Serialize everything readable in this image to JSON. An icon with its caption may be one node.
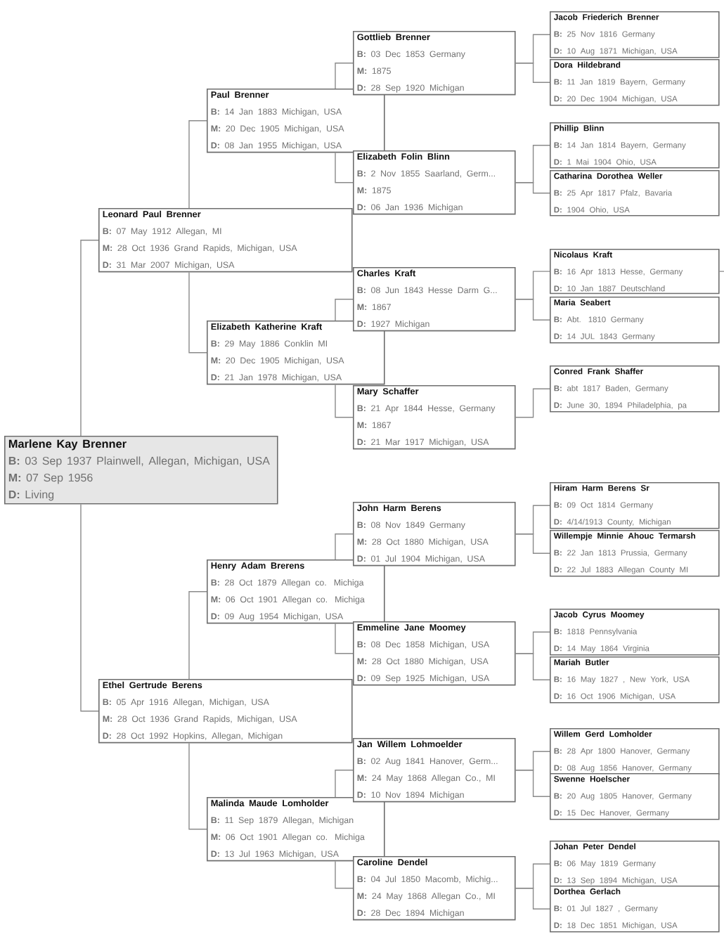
{
  "diagram": {
    "nodes": [
      {
        "text": [
          "Marlene Kay Brenner",
          "**B:** 03 Sep 1937 Plainwell, Allegan, Michigan, USA",
          "**M:** 07 Sep 1956",
          "**D:** Living"
        ]
      },
      {
        "text": [
          "Leonard Paul Brenner",
          "**B:** 07 May 1912 Allegan, MI",
          "**M:** 28 Oct 1936 Grand Rapids, Michigan, USA",
          "**D:** 31 Mar 2007 Michigan, USA"
        ]
      },
      {
        "text": [
          "Ethel Gertrude Berens",
          "**B:** 05 Apr 1916 Allegan, Michigan, USA",
          "**M:** 28 Oct 1936 Grand Rapids, Michigan, USA",
          "**D:** 28 Oct 1992 Hopkins, Allegan, Michigan"
        ]
      },
      {
        "text": [
          "Paul Brenner",
          "**B:** 14 Jan 1883 Michigan, USA",
          "**M:** 20 Dec 1905 Michigan, USA",
          "**D:** 08 Jan 1955 Michigan, USA"
        ]
      },
      {
        "text": [
          "Elizabeth Katherine Kraft",
          "**B:** 29 May 1886 Conklin MI",
          "**M:** 20 Dec 1905 Michigan, USA",
          "**D:** 21 Jan 1978 Michigan, USA"
        ]
      },
      {
        "text": [
          "Henry Adam Brerens",
          "**B:** 28 Oct 1879 Allegan co. Michiga",
          "**M:** 06 Oct 1901 Allegan co. Michiga",
          "**D:** 09 Aug 1954 Michigan, USA"
        ]
      },
      {
        "text": [
          "Malinda Maude Lomholder",
          "**B:** 11 Sep 1879 Allegan, Michigan",
          "**M:** 06 Oct 1901 Allegan co. Michiga",
          "**D:** 13 Jul 1963 Michigan, USA"
        ]
      },
      {
        "text": [
          "Gottlieb Brenner",
          "**B:** 03 Dec 1853 Germany",
          "**M:** 1875",
          "**D:** 28 Sep 1920 Michigan"
        ]
      },
      {
        "text": [
          "Elizabeth Folin Blinn",
          "**B:** 2 Nov 1855 Saarland, Germ...",
          "**M:** 1875",
          "**D:** 06 Jan 1936 Michigan"
        ]
      },
      {
        "text": [
          "Charles Kraft",
          "**B:** 08 Jun 1843 Hesse Darm G...",
          "**M:** 1867",
          "**D:** 1927 Michigan"
        ]
      },
      {
        "text": [
          "Mary Schaffer",
          "**B:** 21 Apr 1844 Hesse, Germany",
          "**M:** 1867",
          "**D:** 21 Mar 1917 Michigan, USA"
        ]
      },
      {
        "text": [
          "John Harm Berens",
          "**B:** 08 Nov 1849 Germany",
          "**M:** 28 Oct 1880 Michigan, USA",
          "**D:** 01 Jul 1904 Michigan, USA"
        ]
      },
      {
        "text": [
          "Emmeline Jane Moomey",
          "**B:** 08 Dec 1858 Michigan, USA",
          "**M:** 28 Oct 1880 Michigan, USA",
          "**D:** 09 Sep 1925 Michigan, USA"
        ]
      },
      {
        "text": [
          "Jan Willem Lohmoelder",
          "**B:** 02 Aug 1841 Hanover, Germ...",
          "**M:** 24 May 1868 Allegan Co., MI",
          "**D:** 10 Nov 1894 Michigan"
        ]
      },
      {
        "text": [
          "Caroline Dendel",
          "**B:** 04 Jul 1850 Macomb, Michig...",
          "**M:** 24 May 1868 Allegan Co., MI",
          "**D:** 28 Dec 1894 Michigan"
        ]
      },
      {
        "text": [
          "Jacob Friederich Brenner",
          "**B:** 25 Nov 1816 Germany",
          "**D:** 10 Aug 1871 Michigan, USA"
        ]
      },
      {
        "text": [
          "Dora Hildebrand",
          "**B:** 11 Jan 1819 Bayern, Germany",
          "**D:** 20 Dec 1904 Michigan, USA"
        ]
      },
      {
        "text": [
          "Phillip Blinn",
          "**B:** 14 Jan 1814 Bayern, Germany",
          "**D:** 1 Mai 1904 Ohio, USA"
        ]
      },
      {
        "text": [
          "Catharina Dorothea Weller",
          "**B:** 25 Apr 1817 Pfalz, Bavaria",
          "**D:** 1904 Ohio, USA"
        ]
      },
      {
        "text": [
          "Nicolaus Kraft",
          "**B:** 16 Apr 1813 Hesse, Germany",
          "**D:** 10 Jan 1887 Deutschland"
        ]
      },
      {
        "text": [
          "Maria Seabert",
          "**B:** Abt. 1810 Germany",
          "**D:** 14 JUL 1843 Germany"
        ]
      },
      {
        "text": [
          "Conred Frank Shaffer",
          "**B:** abt 1817 Baden, Germany",
          "**D:** June 30, 1894 Philadelphia, pa"
        ]
      },
      {
        "text": [
          "Hiram Harm Berens Sr",
          "**B:** 09 Oct 1814 Germany",
          "**D:** 4/14/1913 County, Michigan"
        ]
      },
      {
        "text": [
          "Willempje Minnie Ahouc Termarsh",
          "**B:** 22 Jan 1813 Prussia, Germany",
          "**D:** 22 Jul 1883 Allegan County MI"
        ]
      },
      {
        "text": [
          "Jacob Cyrus Moomey",
          "**B:** 1818 Pennsylvania",
          "**D:** 14 May 1864 Virginia"
        ]
      },
      {
        "text": [
          "Mariah Butler",
          "**B:** 16 May 1827 , New York, USA",
          "**D:** 16 Oct 1906 Michigan, USA"
        ]
      },
      {
        "text": [
          "Willem Gerd Lomholder",
          "**B:** 28 Apr 1800 Hanover, Germany",
          "**D:** 08 Aug 1856 Hanover, Germany"
        ]
      },
      {
        "text": [
          "Swenne Hoelscher",
          "**B:** 20 Aug 1805 Hanover, Germany",
          "**D:** 15 Dec Hanover, Germany"
        ]
      },
      {
        "text": [
          "Johan Peter Dendel",
          "**B:** 06 May 1819 Germany",
          "**D:** 13 Sep 1894 Michigan, USA"
        ]
      },
      {
        "text": [
          "Dorthea Gerlach",
          "**B:** 01 Jul 1827 , Germany",
          "**D:** 18 Dec 1851 Michigan, USA"
        ]
      }
    ],
    "edges": [
      {
        "from": 0,
        "to": 1,
        "arrow": "none"
      },
      {
        "from": 0,
        "to": 2,
        "arrow": "none"
      },
      {
        "from": 1,
        "to": 3,
        "arrow": "none"
      },
      {
        "from": 1,
        "to": 4,
        "arrow": "none"
      },
      {
        "from": 2,
        "to": 5,
        "arrow": "none"
      },
      {
        "from": 2,
        "to": 6,
        "arrow": "none"
      },
      {
        "from": 3,
        "to": 7,
        "arrow": "none"
      },
      {
        "from": 3,
        "to": 8,
        "arrow": "none"
      },
      {
        "from": 4,
        "to": 9,
        "arrow": "none"
      },
      {
        "from": 4,
        "to": 10,
        "arrow": "none"
      },
      {
        "from": 5,
        "to": 11,
        "arrow": "none"
      },
      {
        "from": 5,
        "to": 12,
        "arrow": "none"
      },
      {
        "from": 6,
        "to": 13,
        "arrow": "none"
      },
      {
        "from": 6,
        "to": 14,
        "arrow": "none"
      },
      {
        "from": 7,
        "to": 15,
        "arrow": "none"
      },
      {
        "from": 7,
        "to": 16,
        "arrow": "none"
      },
      {
        "from": 8,
        "to": 17,
        "arrow": "none"
      },
      {
        "from": 8,
        "to": 18,
        "arrow": "none"
      },
      {
        "from": 9,
        "to": 19,
        "arrow": "none"
      },
      {
        "from": 9,
        "to": 20,
        "arrow": "none"
      },
      {
        "from": 10,
        "to": 21,
        "arrow": "none"
      },
      {
        "from": 11,
        "to": 22,
        "arrow": "none"
      },
      {
        "from": 11,
        "to": 23,
        "arrow": "none"
      },
      {
        "from": 12,
        "to": 24,
        "arrow": "none"
      },
      {
        "from": 12,
        "to": 25,
        "arrow": "none"
      },
      {
        "from": 13,
        "to": 26,
        "arrow": "none"
      },
      {
        "from": 13,
        "to": 27,
        "arrow": "none"
      },
      {
        "from": 14,
        "to": 28,
        "arrow": "none"
      },
      {
        "from": 14,
        "to": 29,
        "arrow": "none"
      },
      {
        "from": 19,
        "to": null,
        "arrow": "none"
      }
    ]
  }
}
